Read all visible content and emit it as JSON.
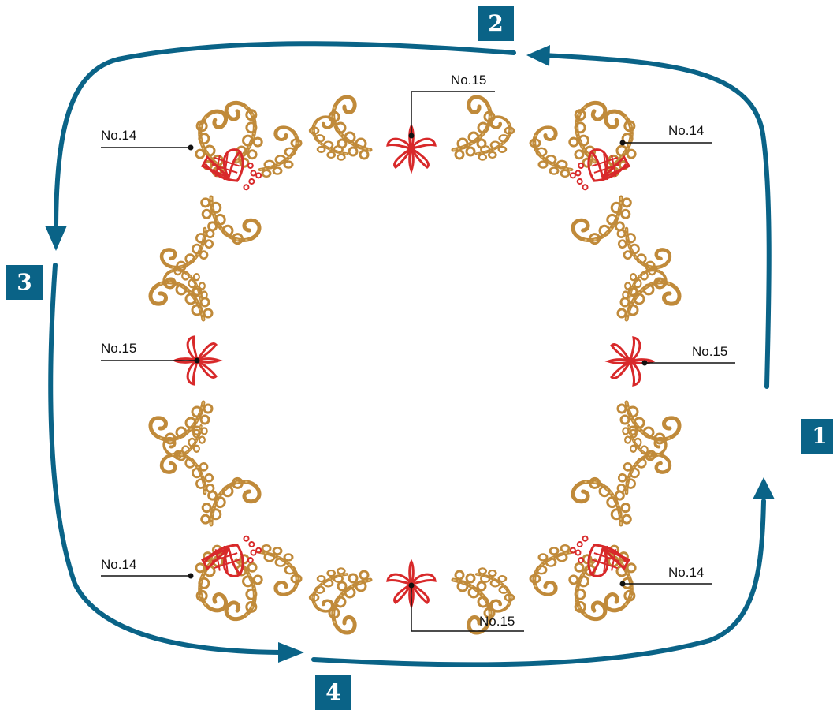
{
  "colors": {
    "arrow": "#0a6387",
    "badge": "#0a6387",
    "stitch_gold": "#c08a3a",
    "stitch_red": "#d8292a",
    "leader": "#111111"
  },
  "steps": [
    {
      "label": "1"
    },
    {
      "label": "2"
    },
    {
      "label": "3"
    },
    {
      "label": "4"
    }
  ],
  "callouts": [
    {
      "label": "No.14"
    },
    {
      "label": "No.15"
    },
    {
      "label": "No.14"
    },
    {
      "label": "No.15"
    },
    {
      "label": "No.15"
    },
    {
      "label": "No.14"
    },
    {
      "label": "No.15"
    },
    {
      "label": "No.14"
    }
  ]
}
